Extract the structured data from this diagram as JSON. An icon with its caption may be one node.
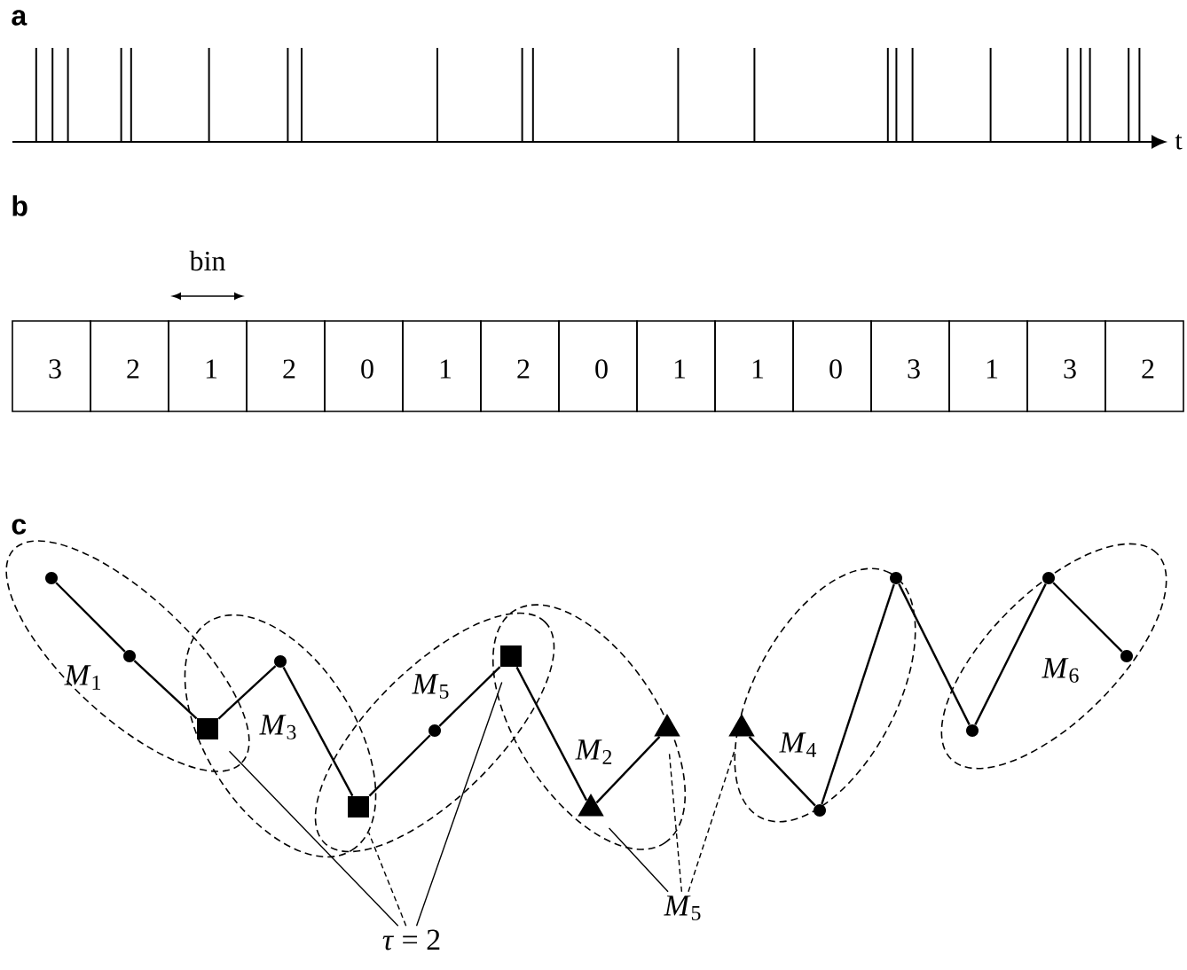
{
  "diagram": {
    "nodes": [
      {
        "text": [],
        "shape": "circle"
      },
      {
        "text": [],
        "shape": "circle"
      },
      {
        "text": [],
        "shape": "square"
      },
      {
        "text": [],
        "shape": "circle"
      },
      {
        "text": [],
        "shape": "square"
      },
      {
        "text": [],
        "shape": "circle"
      },
      {
        "text": [],
        "shape": "square"
      },
      {
        "text": [],
        "shape": "triangle"
      },
      {
        "text": [],
        "shape": "triangle"
      },
      {
        "text": [],
        "shape": "triangle"
      },
      {
        "text": [],
        "shape": "circle"
      },
      {
        "text": [],
        "shape": "circle"
      },
      {
        "text": [],
        "shape": "circle"
      },
      {
        "text": [],
        "shape": "circle"
      },
      {
        "text": [],
        "shape": "circle"
      },
      {
        "text": [
          "*τ* = 2"
        ]
      },
      {
        "text": [
          "*M*$_{5}$"
        ]
      }
    ],
    "edges": [
      {
        "from": 0,
        "to": 1,
        "arrow": "none"
      },
      {
        "from": 1,
        "to": 2,
        "arrow": "none"
      },
      {
        "from": 2,
        "to": 3,
        "arrow": "none"
      },
      {
        "from": 3,
        "to": 4,
        "arrow": "none"
      },
      {
        "from": 4,
        "to": 5,
        "arrow": "none"
      },
      {
        "from": 5,
        "to": 6,
        "arrow": "none"
      },
      {
        "from": 6,
        "to": 7,
        "arrow": "none"
      },
      {
        "from": 7,
        "to": 8,
        "arrow": "none"
      },
      {
        "from": 9,
        "to": 10,
        "arrow": "none"
      },
      {
        "from": 10,
        "to": 11,
        "arrow": "none"
      },
      {
        "from": 11,
        "to": 12,
        "arrow": "none"
      },
      {
        "from": 12,
        "to": 13,
        "arrow": "none"
      },
      {
        "from": 13,
        "to": 14,
        "arrow": "none"
      },
      {
        "from": 15,
        "to": 2,
        "arrow": "none"
      },
      {
        "from": 15,
        "to": 4,
        "arrow": "none",
        "style": "dashed"
      },
      {
        "from": 15,
        "to": 6,
        "arrow": "none"
      },
      {
        "from": 16,
        "to": 7,
        "arrow": "none"
      },
      {
        "from": 16,
        "to": 8,
        "arrow": "none",
        "style": "dashed"
      },
      {
        "from": 16,
        "to": 9,
        "arrow": "none",
        "style": "dashed"
      }
    ],
    "labels": [
      "a",
      "t",
      "b",
      "bin",
      "3",
      "2",
      "1",
      "2",
      "0",
      "1",
      "2",
      "0",
      "1",
      "1",
      "0",
      "3",
      "1",
      "3",
      "2",
      "c",
      "*M*$_{1}$",
      "*M*$_{3}$",
      "*M*$_{5}$",
      "*M*$_{2}$",
      "*M*$_{4}$",
      "*M*$_{6}$"
    ]
  }
}
